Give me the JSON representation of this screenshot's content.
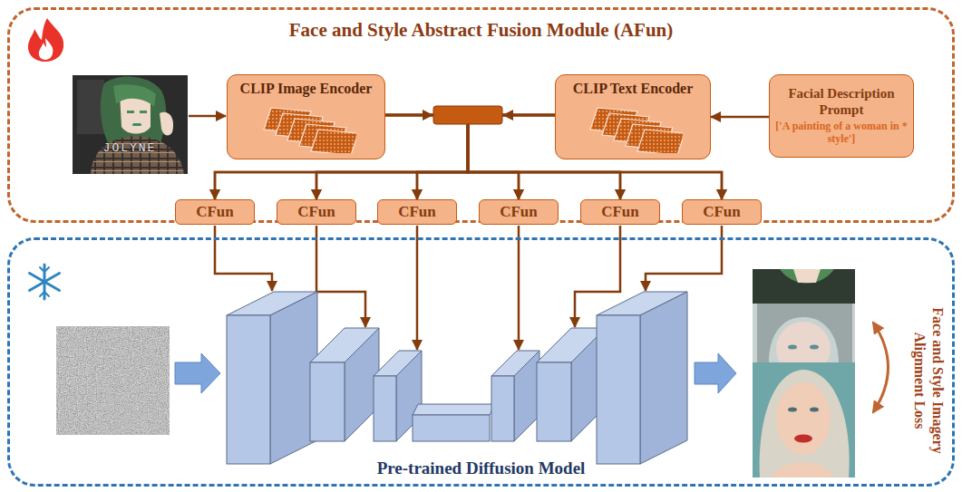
{
  "diagram": {
    "nodes": [
      {
        "text": [
          "Face and Style Abstract Fusion Module (AFun)"
        ]
      },
      {
        "text": [
          "CLIP Image Encoder"
        ],
        "in": 0
      },
      {
        "text": [
          "CLIP Text Encoder"
        ],
        "in": 0
      },
      {
        "text": [
          "Facial Description Prompt",
          "['A painting of a woman in * style']"
        ],
        "in": 0
      },
      {
        "text": [
          "CFun"
        ],
        "in": 0
      },
      {
        "text": [
          "CFun"
        ],
        "in": 0
      },
      {
        "text": [
          "CFun"
        ],
        "in": 0
      },
      {
        "text": [
          "CFun"
        ],
        "in": 0
      },
      {
        "text": [
          "CFun"
        ],
        "in": 0
      },
      {
        "text": [
          "CFun"
        ],
        "in": 0
      },
      {
        "text": [
          "Pre-trained Diffusion Model"
        ]
      }
    ],
    "edges": [
      {
        "from": 3,
        "to": 2,
        "arrow": "to"
      },
      {
        "from": 1,
        "to": 4,
        "arrow": "to"
      },
      {
        "from": 1,
        "to": 5,
        "arrow": "to"
      },
      {
        "from": 1,
        "to": 6,
        "arrow": "to"
      },
      {
        "from": 1,
        "to": 7,
        "arrow": "to"
      },
      {
        "from": 1,
        "to": 8,
        "arrow": "to"
      },
      {
        "from": 1,
        "to": 9,
        "arrow": "to"
      },
      {
        "from": 2,
        "to": 4,
        "arrow": "to"
      },
      {
        "from": 2,
        "to": 5,
        "arrow": "to"
      },
      {
        "from": 2,
        "to": 6,
        "arrow": "to"
      },
      {
        "from": 2,
        "to": 7,
        "arrow": "to"
      },
      {
        "from": 2,
        "to": 8,
        "arrow": "to"
      },
      {
        "from": 2,
        "to": 9,
        "arrow": "to"
      }
    ],
    "labels": [
      "JOLYNE",
      "Face and Style Imagery Alignment Loss"
    ]
  }
}
